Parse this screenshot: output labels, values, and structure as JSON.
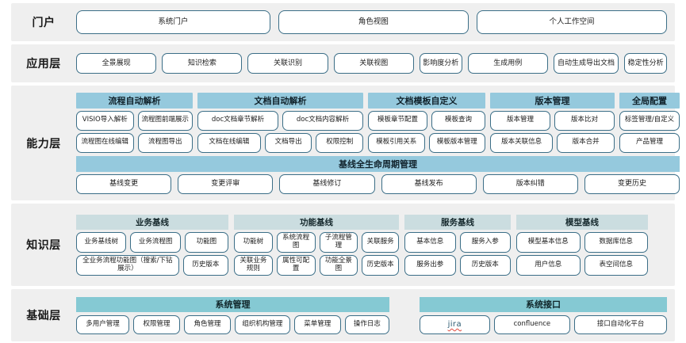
{
  "layers": [
    {
      "name": "portal",
      "label": "门户",
      "items": [
        "系统门户",
        "角色视图",
        "个人工作空间"
      ]
    },
    {
      "name": "application",
      "label": "应用层",
      "items": [
        "全景展现",
        "知识检索",
        "关联识别",
        "关联视图",
        "影响度分析",
        "生成用例",
        "自动生成导出文档",
        "稳定性分析"
      ]
    },
    {
      "name": "capability",
      "label": "能力层",
      "groups": [
        {
          "title": "流程自动解析",
          "rows": [
            [
              "VISIO导入解析",
              "流程图前端展示"
            ],
            [
              "流程图在线编辑",
              "流程图导出"
            ]
          ]
        },
        {
          "title": "文档自动解析",
          "rows": [
            [
              "doc文档章节解析",
              "doc文档内容解析"
            ],
            [
              "文档在线编辑",
              "文档导出",
              "权限控制"
            ]
          ]
        },
        {
          "title": "文档模板自定义",
          "rows": [
            [
              "模板章节配置",
              "模板查询"
            ],
            [
              "模板引用关系",
              "模板版本管理"
            ]
          ]
        },
        {
          "title": "版本管理",
          "rows": [
            [
              "版本管理",
              "版本比对"
            ],
            [
              "版本关联信息",
              "版本合并"
            ]
          ]
        },
        {
          "title": "全局配置",
          "rows": [
            [
              "标签管理/自定义"
            ],
            [
              "产品管理"
            ]
          ]
        }
      ],
      "lifecycle": {
        "title": "基线全生命周期管理",
        "items": [
          "基线变更",
          "变更评审",
          "基线修订",
          "基线发布",
          "版本纠错",
          "变更历史"
        ]
      }
    },
    {
      "name": "knowledge",
      "label": "知识层",
      "groups": [
        {
          "title": "业务基线",
          "rows": [
            [
              "业务基线树",
              "业务流程图",
              "功能图"
            ],
            [
              "全业务流程功能图（搜索/下钻展示）",
              "历史版本"
            ]
          ]
        },
        {
          "title": "功能基线",
          "rows": [
            [
              "功能树",
              "系统流程图",
              "子流程管理",
              "关联服务"
            ],
            [
              "关联业务规则",
              "属性可配置",
              "功能全景图",
              "历史版本"
            ]
          ]
        },
        {
          "title": "服务基线",
          "rows": [
            [
              "基本信息",
              "服务入参"
            ],
            [
              "服务出参",
              "历史版本"
            ]
          ]
        },
        {
          "title": "模型基线",
          "rows": [
            [
              "模型基本信息",
              "数据库信息"
            ],
            [
              "用户信息",
              "表空间信息"
            ]
          ]
        }
      ]
    },
    {
      "name": "base",
      "label": "基础层",
      "groups": [
        {
          "title": "系统管理",
          "rows": [
            [
              "多用户管理",
              "权限管理",
              "角色管理",
              "组织机构管理",
              "菜单管理",
              "操作日志"
            ]
          ]
        },
        {
          "title": "系统接口",
          "rows": [
            [
              "jira",
              "confluence",
              "接口自动化平台"
            ]
          ]
        }
      ]
    }
  ],
  "colors": {
    "row_bg": "#efefef",
    "pill_border": "#3b6e87",
    "cap_header": "#95c9dd",
    "know_header": "#cbdde0",
    "base_header": "#85c9d3",
    "page_bg": "#ffffff"
  }
}
